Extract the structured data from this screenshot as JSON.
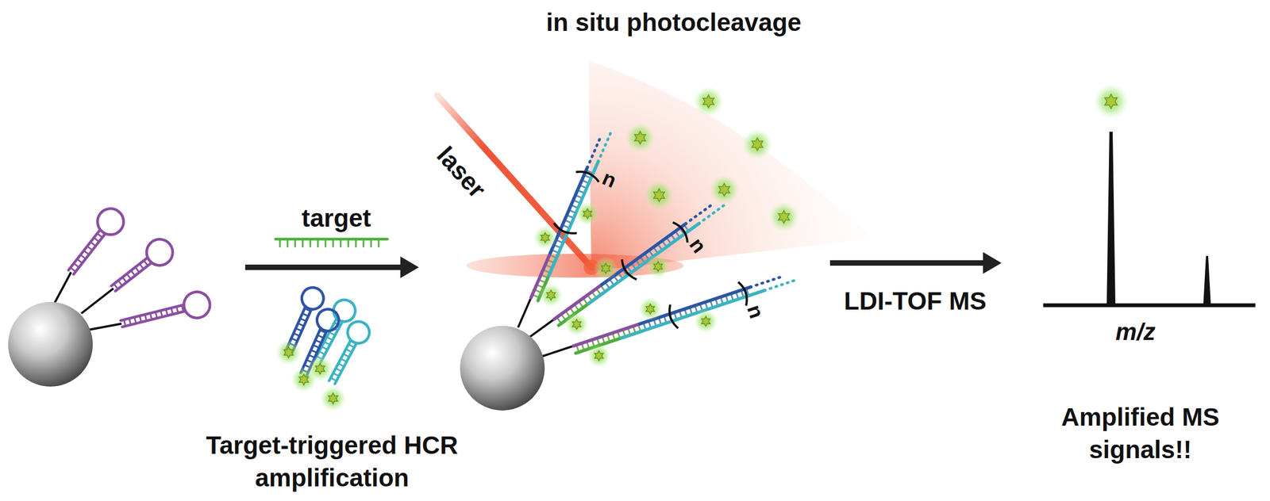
{
  "diagram": {
    "labels": [
      "in situ photocleavage",
      "laser",
      "target",
      "n",
      "n",
      "n",
      "LDI-TOF MS",
      "Target-triggered HCR amplification",
      "m/z",
      "Amplified MS signals!!"
    ]
  }
}
